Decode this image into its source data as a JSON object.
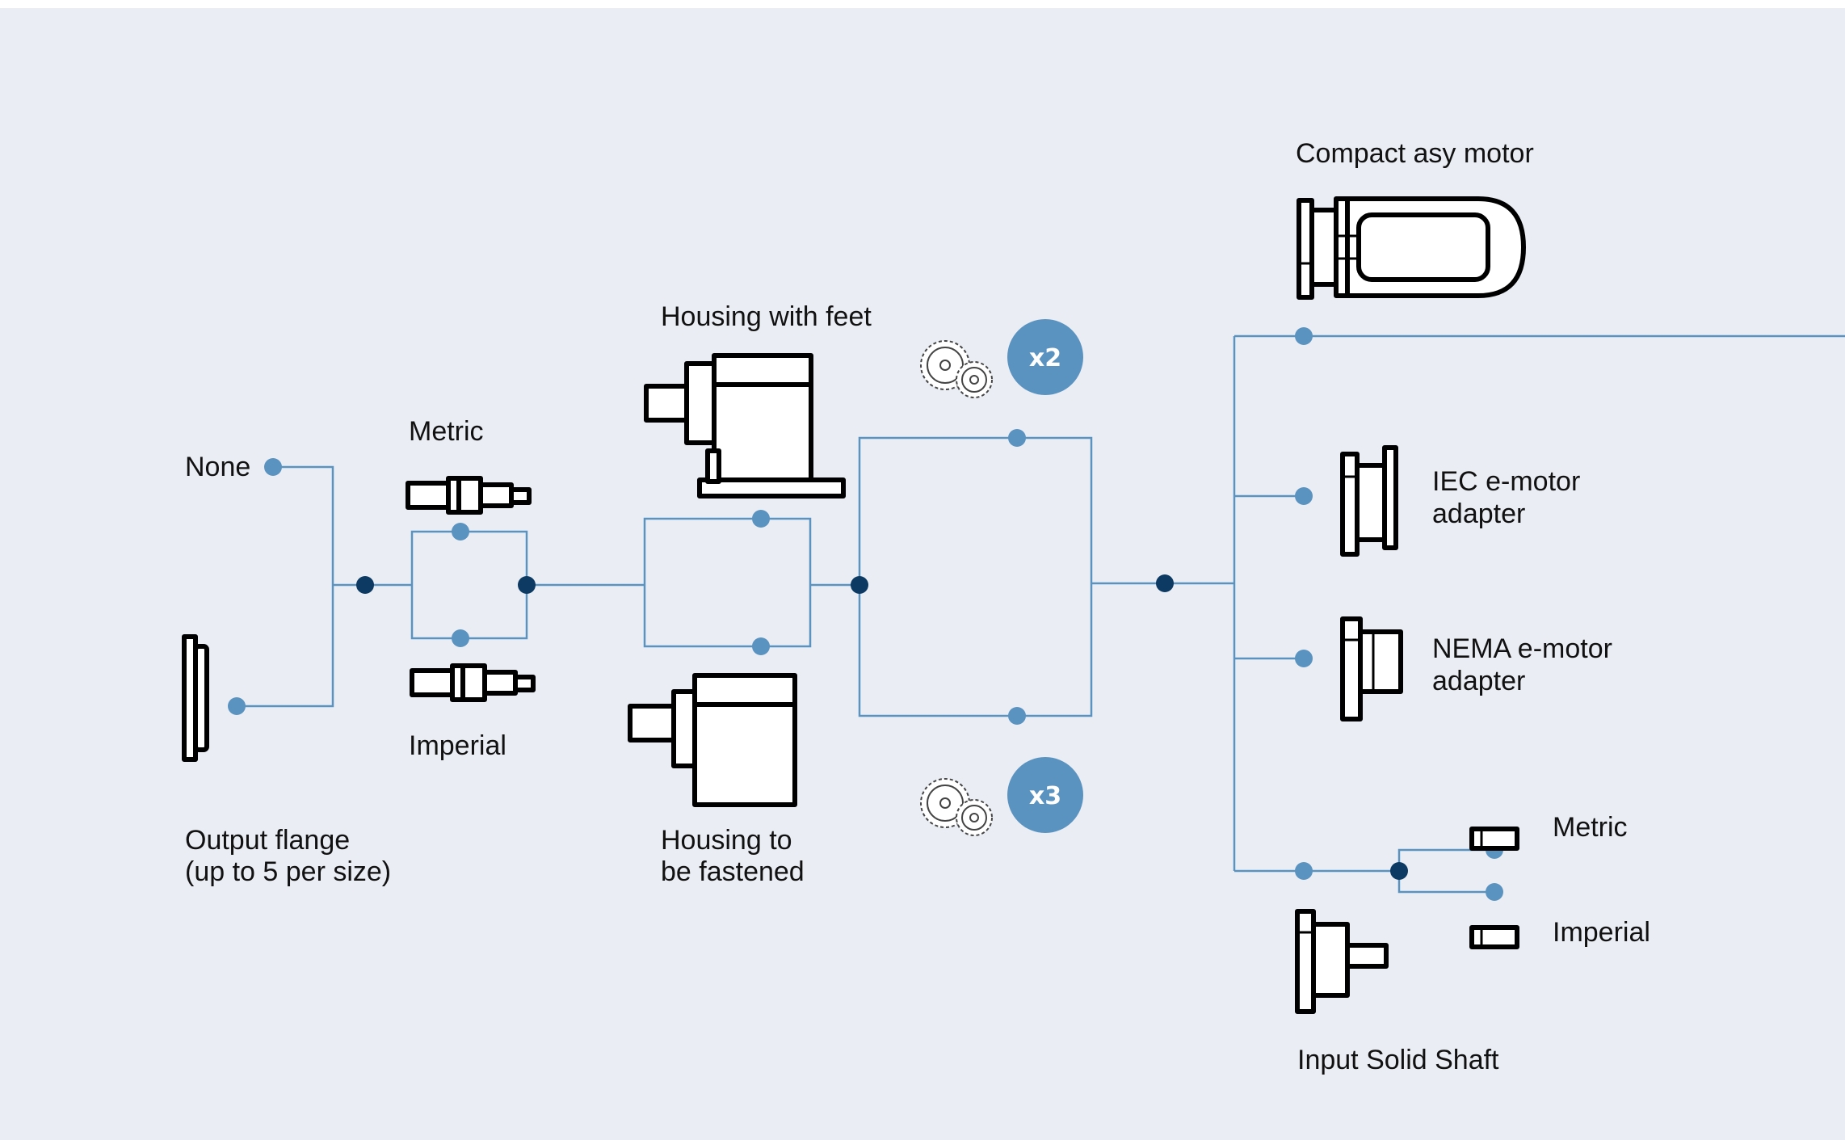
{
  "diagram": {
    "colors": {
      "background": "#eaeef4",
      "line": "#5b93c0",
      "node_light": "#5b93c0",
      "node_dark": "#0d3a63",
      "badge": "#5b93c0",
      "outline": "#000000"
    },
    "labels": {
      "none": "None",
      "output_flange_line1": "Output flange",
      "output_flange_line2": "(up to 5 per size)",
      "metric_left": "Metric",
      "imperial_left": "Imperial",
      "housing_feet": "Housing with feet",
      "housing_fastened_line1": "Housing to",
      "housing_fastened_line2": "be fastened",
      "compact_motor": "Compact asy motor",
      "iec_line1": "IEC e-motor",
      "iec_line2": "adapter",
      "nema_line1": "NEMA e-motor",
      "nema_line2": "adapter",
      "metric_right": "Metric",
      "imperial_right": "Imperial",
      "input_shaft": "Input Solid Shaft"
    },
    "badges": {
      "two_stage": "x2",
      "three_stage": "x3"
    },
    "icons": [
      "output-flange-icon",
      "metric-shaft-icon",
      "imperial-shaft-icon",
      "housing-with-feet-icon",
      "housing-to-be-fastened-icon",
      "gear-pair-icon",
      "compact-motor-icon",
      "iec-adapter-icon",
      "nema-adapter-icon",
      "input-solid-shaft-icon",
      "small-key-icon"
    ]
  }
}
